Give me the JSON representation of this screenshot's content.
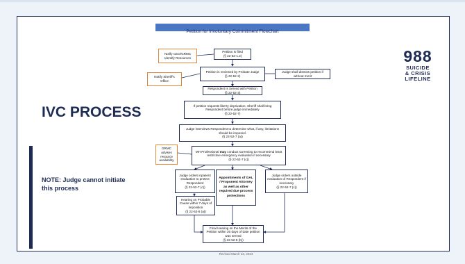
{
  "slide": {
    "title": "Petition for Involuntary Commitment Flowchart",
    "heading": "IVC PROCESS",
    "note": "NOTE: Judge cannot initiate this process",
    "footer": "Revised March 23, 2024"
  },
  "logo": {
    "number": "988",
    "line1": "SUICIDE",
    "line2": "& CRISIS",
    "line3": "LIFELINE"
  },
  "flow": {
    "petition_filed": {
      "text": "Petition is filed",
      "ref": "(§ 22-52-1.2)"
    },
    "reviewed": {
      "text": "Petition is reviewed by Probate Judge",
      "ref": "(§ 22-52-2)"
    },
    "served": {
      "text": "Respondent is Served with Petition",
      "ref": "(§ 22-52-3)"
    },
    "liberty": {
      "text": "If petition requests liberty deprivation, Sheriff shall bring Respondent before judge immediately",
      "ref": "(§ 22-52-7)"
    },
    "interview": {
      "text": "Judge interviews Respondent to determine what, if any, limitations should be imposed.",
      "ref": "(§ 22-52-7 (a))"
    },
    "screening": {
      "pre": "MH Professional ",
      "bold": "may",
      "post": " conduct screening to recommend least restrictive emergency evaluation if necessary",
      "ref": "(§ 22-52-7 (c))"
    },
    "inpatient": {
      "text": "Judge orders inpatient evaluation to protect Respondent",
      "ref": "(§ 22-52-7 (c))"
    },
    "appointments": {
      "text": "Appointments of GAL / Proponent Attorney as well as other required due process protections"
    },
    "outside": {
      "text": "Judge orders outside evaluation of Respondent if necessary",
      "ref": "(§ 22-52-7 (c))"
    },
    "hearing": {
      "text": "Hearing on Probable Cause within 7 days of imposition",
      "ref": "(§ 22-52-8 (a))"
    },
    "final": {
      "text": "Final Hearing on the Merits of the Petition within 30 days of date petition was served",
      "ref": "(§ 22-52-8 (b))"
    }
  },
  "side_notes": {
    "notify_ceo": {
      "line1": "Notify CEO/GRMC",
      "line2": "Identify Resources"
    },
    "notify_sheriff": {
      "text": "Notify Sheriff's Office"
    },
    "dismiss": {
      "text": "Judge shall dismiss petition if without merit"
    },
    "grmc": {
      "text": "GRMC advises resource availability"
    }
  },
  "colors": {
    "navy": "#1e2b55",
    "title_bar": "#4a76c4",
    "side_note_border": "#e0863a"
  }
}
